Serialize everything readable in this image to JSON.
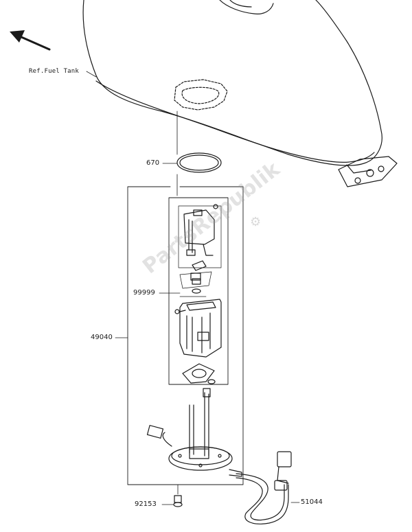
{
  "labels": {
    "ref_fuel_tank": "Ref.Fuel Tank",
    "p670": "670",
    "p99999": "99999",
    "p49040": "49040",
    "p92153": "92153",
    "p51044": "51044"
  },
  "watermark": "PartsRepublik",
  "colors": {
    "line": "#1a1a1a",
    "watermark": "#b4b4b4"
  }
}
